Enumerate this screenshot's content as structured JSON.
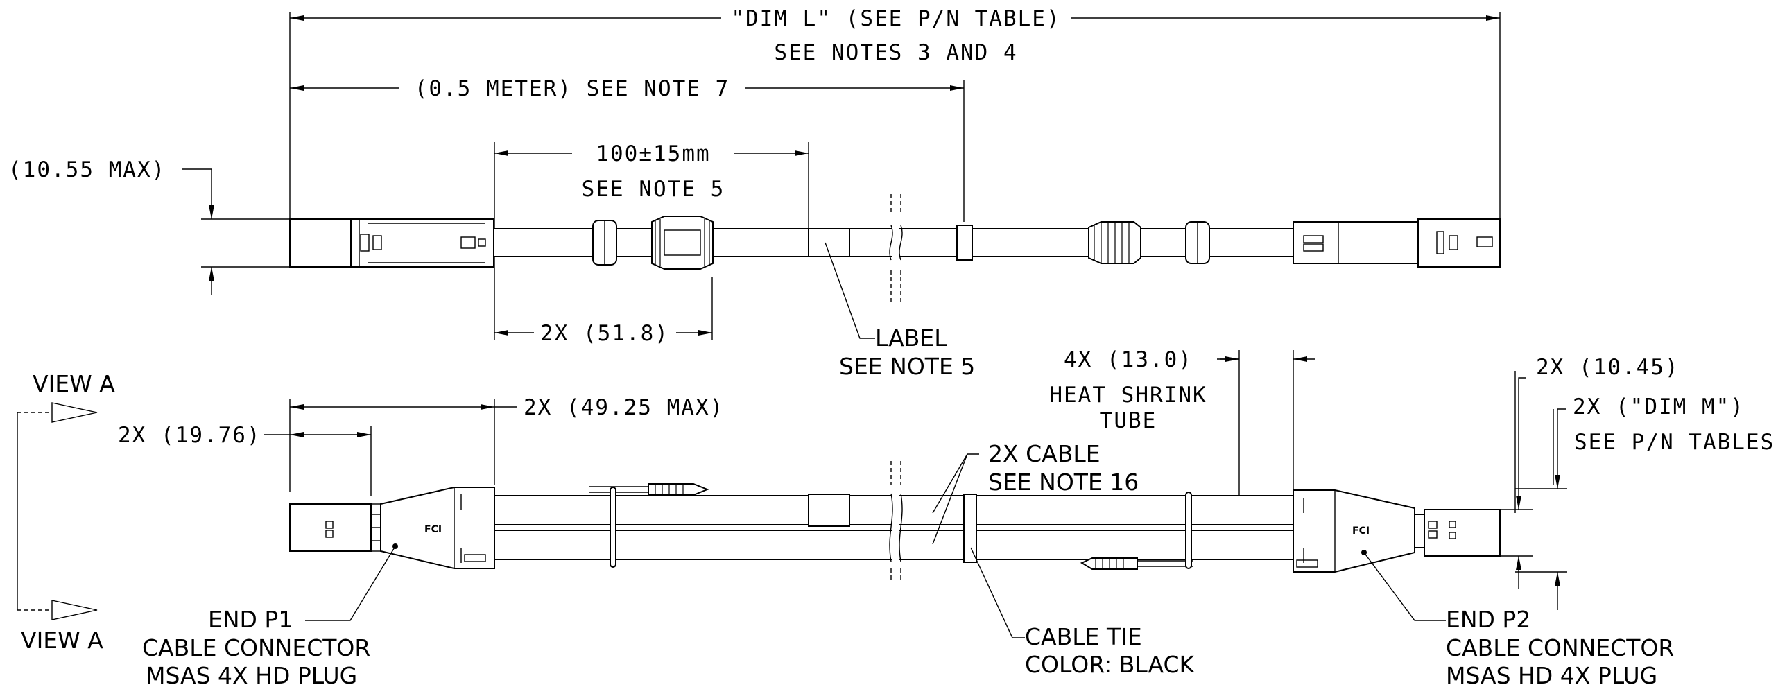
{
  "dimensions": {
    "dim_l": "\"DIM L\" (SEE P/N TABLE)",
    "dim_l_notes": "SEE NOTES 3 AND 4",
    "half_meter": "(0.5 METER) SEE NOTE 7",
    "tolerance": "100±15mm",
    "tolerance_note": "SEE NOTE 5",
    "max_height": "(10.55 MAX)",
    "boot_length": "2X (51.8)",
    "heat_shrink_len": "4X (13.0)",
    "heat_shrink_1": "HEAT SHRINK",
    "heat_shrink_2": "TUBE",
    "connector_len": "2X (49.25 MAX)",
    "plug_len": "2X (19.76)",
    "plug_height": "2X (10.45)",
    "dim_m": "2X (\"DIM M\")",
    "dim_m_note": "SEE P/N TABLES"
  },
  "callouts": {
    "label_1": "LABEL",
    "label_2": "SEE NOTE 5",
    "cable_1": "2X CABLE",
    "cable_2": "SEE NOTE 16",
    "view_a_top": "VIEW A",
    "view_a_bottom": "VIEW A",
    "end_p1_1": "END P1",
    "end_p1_2": "CABLE CONNECTOR",
    "end_p1_3": "MSAS 4X HD PLUG",
    "tie_1": "CABLE TIE",
    "tie_2": "COLOR: BLACK",
    "end_p2_1": "END P2",
    "end_p2_2": "CABLE CONNECTOR",
    "end_p2_3": "MSAS HD 4X PLUG"
  },
  "logo_text": "FCI"
}
